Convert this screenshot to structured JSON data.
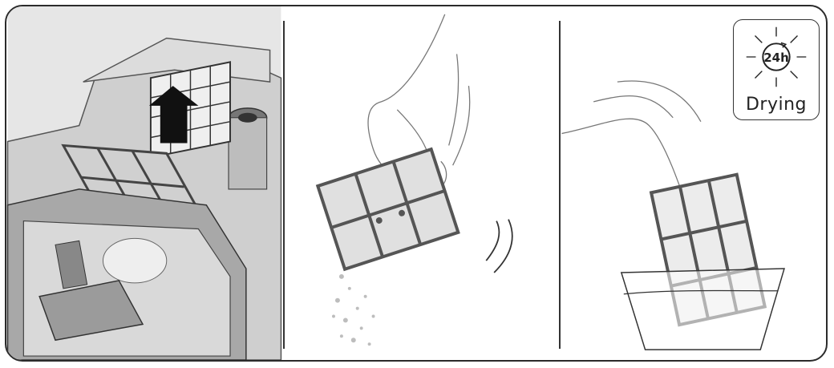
{
  "steps": [
    {
      "id": "remove-filter"
    },
    {
      "id": "shake-out-dust"
    },
    {
      "id": "rinse-in-water"
    }
  ],
  "drying_badge": {
    "hours": "24h",
    "label": "Drying",
    "icon": "sun-clock-icon"
  },
  "colors": {
    "outline": "#2b2b2b",
    "filter_frame": "#555555",
    "filter_mesh": "#d9d9d9",
    "housing": "#cfcfcf",
    "housing_dark": "#8f8f8f",
    "arrow": "#111111"
  }
}
